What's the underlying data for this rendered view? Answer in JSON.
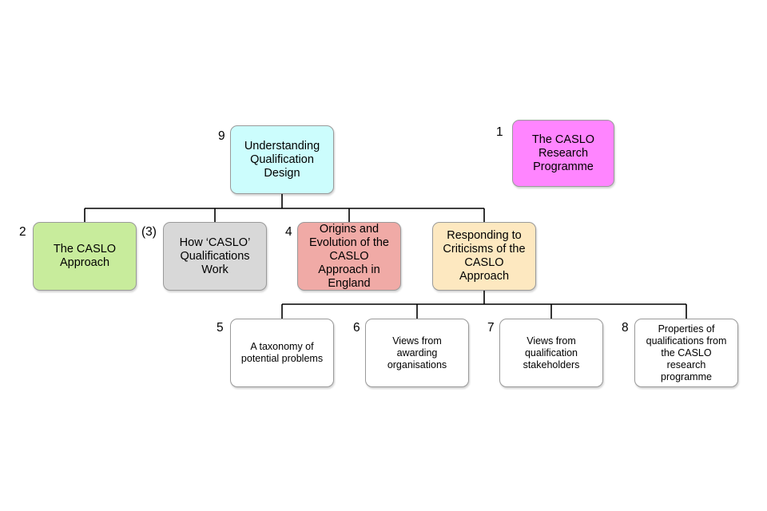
{
  "colors": {
    "cyan": "#ccfdfd",
    "pink": "#ff85ff",
    "green": "#c8ec9c",
    "grey": "#d8d8d8",
    "salmon": "#f0aaa6",
    "cream": "#fde8c0",
    "white": "#ffffff",
    "connector": "#000000"
  },
  "nodes": {
    "understanding": {
      "number": "9",
      "label": "Understanding\nQualification\nDesign"
    },
    "research_programme": {
      "number": "1",
      "label": "The CASLO\nResearch\nProgramme"
    },
    "approach": {
      "number": "2",
      "label": "The CASLO\nApproach"
    },
    "how_work": {
      "number": "(3)",
      "label": "How ‘CASLO’\nQualifications\nWork"
    },
    "origins": {
      "number": "4",
      "label": "Origins and\nEvolution of the\nCASLO\nApproach in\nEngland"
    },
    "responding": {
      "number": "",
      "label": "Responding to\nCriticisms of the\nCASLO\nApproach"
    },
    "taxonomy": {
      "number": "5",
      "label": "A taxonomy of\npotential problems"
    },
    "awarding": {
      "number": "6",
      "label": "Views from\nawarding\norganisations"
    },
    "stakeholders": {
      "number": "7",
      "label": "Views from\nqualification\nstakeholders"
    },
    "properties": {
      "number": "8",
      "label": "Properties of\nqualifications from\nthe CASLO\nresearch\nprogramme"
    }
  }
}
